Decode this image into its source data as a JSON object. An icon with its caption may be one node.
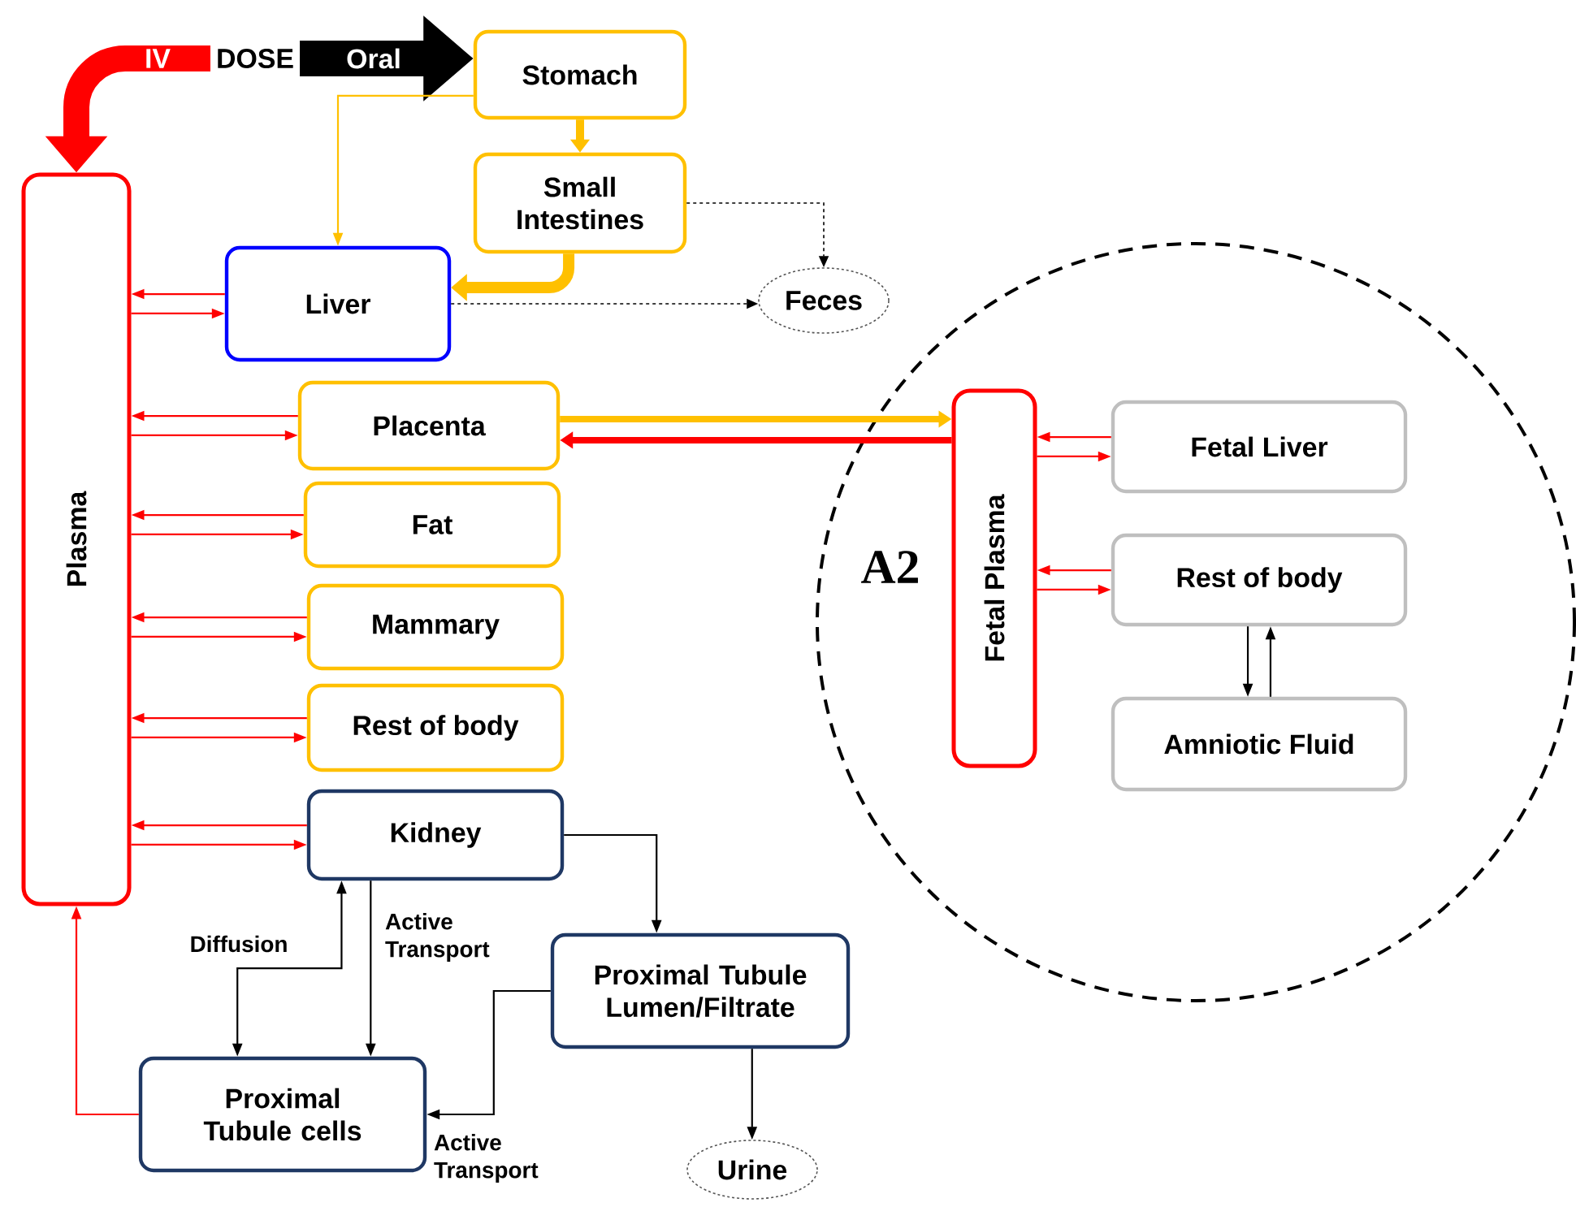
{
  "diagram": {
    "nodes": [
      {
        "text": [
          "DOSE"
        ]
      },
      {
        "text": [
          "Plasma"
        ]
      },
      {
        "text": [
          "Stomach"
        ]
      },
      {
        "text": [
          "Small Intestines"
        ]
      },
      {
        "text": [
          "Liver"
        ]
      },
      {
        "text": [
          "Feces"
        ]
      },
      {
        "text": [
          "Placenta"
        ]
      },
      {
        "text": [
          "Fat"
        ]
      },
      {
        "text": [
          "Mammary"
        ]
      },
      {
        "text": [
          "Rest of body"
        ]
      },
      {
        "text": [
          "Kidney"
        ]
      },
      {
        "text": [
          "Proximal Tubule Lumen/Filtrate"
        ]
      },
      {
        "text": [
          "Proximal Tubule cells"
        ]
      },
      {
        "text": [
          "Urine"
        ]
      },
      {
        "text": [
          "A2"
        ]
      },
      {
        "text": [
          "Fetal Plasma"
        ],
        "in": 14
      },
      {
        "text": [
          "Fetal Liver"
        ],
        "in": 14
      },
      {
        "text": [
          "Rest of body"
        ],
        "in": 14
      },
      {
        "text": [
          "Amniotic Fluid"
        ],
        "in": 14
      }
    ],
    "edges": [
      {
        "from": 0,
        "to": 1,
        "arrow": "to",
        "label": "IV",
        "style": "thick"
      },
      {
        "from": 0,
        "to": 2,
        "arrow": "to",
        "label": "Oral",
        "style": "thick",
        "color": "#000000"
      },
      {
        "from": 2,
        "to": 3,
        "arrow": "to",
        "style": "thick",
        "color": "#ffc000"
      },
      {
        "from": 2,
        "to": 4,
        "arrow": "to",
        "color": "#ffc000"
      },
      {
        "from": 3,
        "to": 4,
        "arrow": "to",
        "style": "thick",
        "color": "#ffc000"
      },
      {
        "from": 3,
        "to": 5,
        "arrow": "to",
        "style": "dashed",
        "color": "#000000"
      },
      {
        "from": 4,
        "to": 5,
        "arrow": "to",
        "style": "dashed",
        "color": "#000000"
      },
      {
        "from": 4,
        "to": 1,
        "arrow": "to"
      },
      {
        "from": 1,
        "to": 4,
        "arrow": "to"
      },
      {
        "from": 6,
        "to": 1,
        "arrow": "to"
      },
      {
        "from": 1,
        "to": 6,
        "arrow": "to"
      },
      {
        "from": 6,
        "to": 15,
        "arrow": "to",
        "style": "thick",
        "color": "#ffc000"
      },
      {
        "from": 15,
        "to": 6,
        "arrow": "to",
        "style": "thick"
      },
      {
        "from": 7,
        "to": 1,
        "arrow": "to"
      },
      {
        "from": 1,
        "to": 7,
        "arrow": "to"
      },
      {
        "from": 8,
        "to": 1,
        "arrow": "to"
      },
      {
        "from": 1,
        "to": 8,
        "arrow": "to"
      },
      {
        "from": 9,
        "to": 1,
        "arrow": "to"
      },
      {
        "from": 1,
        "to": 9,
        "arrow": "to"
      },
      {
        "from": 10,
        "to": 1,
        "arrow": "to"
      },
      {
        "from": 1,
        "to": 10,
        "arrow": "to"
      },
      {
        "from": 10,
        "to": 11,
        "arrow": "to",
        "color": "#000000"
      },
      {
        "from": 10,
        "to": 12,
        "arrow": "both",
        "label": "Diffusion",
        "color": "#000000"
      },
      {
        "from": 10,
        "to": 12,
        "arrow": "to",
        "label": "Active Transport",
        "color": "#000000"
      },
      {
        "from": 11,
        "to": 12,
        "arrow": "to",
        "label": "Active Transport",
        "color": "#000000"
      },
      {
        "from": 11,
        "to": 13,
        "arrow": "to",
        "color": "#000000"
      },
      {
        "from": 12,
        "to": 1,
        "arrow": "to"
      },
      {
        "from": 16,
        "to": 15,
        "arrow": "to"
      },
      {
        "from": 15,
        "to": 16,
        "arrow": "to"
      },
      {
        "from": 17,
        "to": 15,
        "arrow": "to"
      },
      {
        "from": 15,
        "to": 17,
        "arrow": "to"
      },
      {
        "from": 17,
        "to": 18,
        "arrow": "to",
        "color": "#000000"
      },
      {
        "from": 18,
        "to": 17,
        "arrow": "to",
        "color": "#000000"
      }
    ]
  }
}
